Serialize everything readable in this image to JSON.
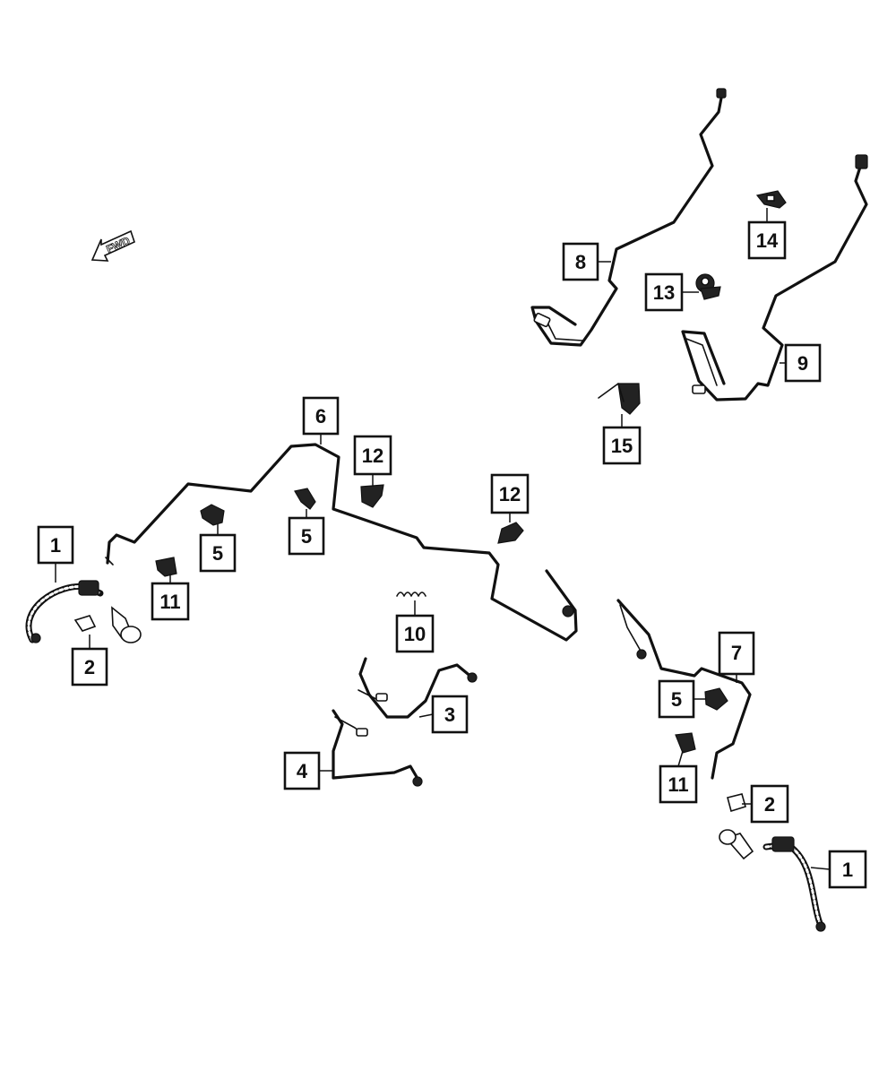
{
  "orientation": {
    "label": "FWD",
    "icon": "fwd-arrow-icon"
  },
  "callouts": [
    {
      "label": "1"
    },
    {
      "label": "2"
    },
    {
      "label": "3"
    },
    {
      "label": "4"
    },
    {
      "label": "5"
    },
    {
      "label": "5"
    },
    {
      "label": "5"
    },
    {
      "label": "6"
    },
    {
      "label": "7"
    },
    {
      "label": "8"
    },
    {
      "label": "9"
    },
    {
      "label": "10"
    },
    {
      "label": "11"
    },
    {
      "label": "11"
    },
    {
      "label": "12"
    },
    {
      "label": "12"
    },
    {
      "label": "13"
    },
    {
      "label": "14"
    },
    {
      "label": "15"
    },
    {
      "label": "2"
    },
    {
      "label": "1"
    }
  ]
}
